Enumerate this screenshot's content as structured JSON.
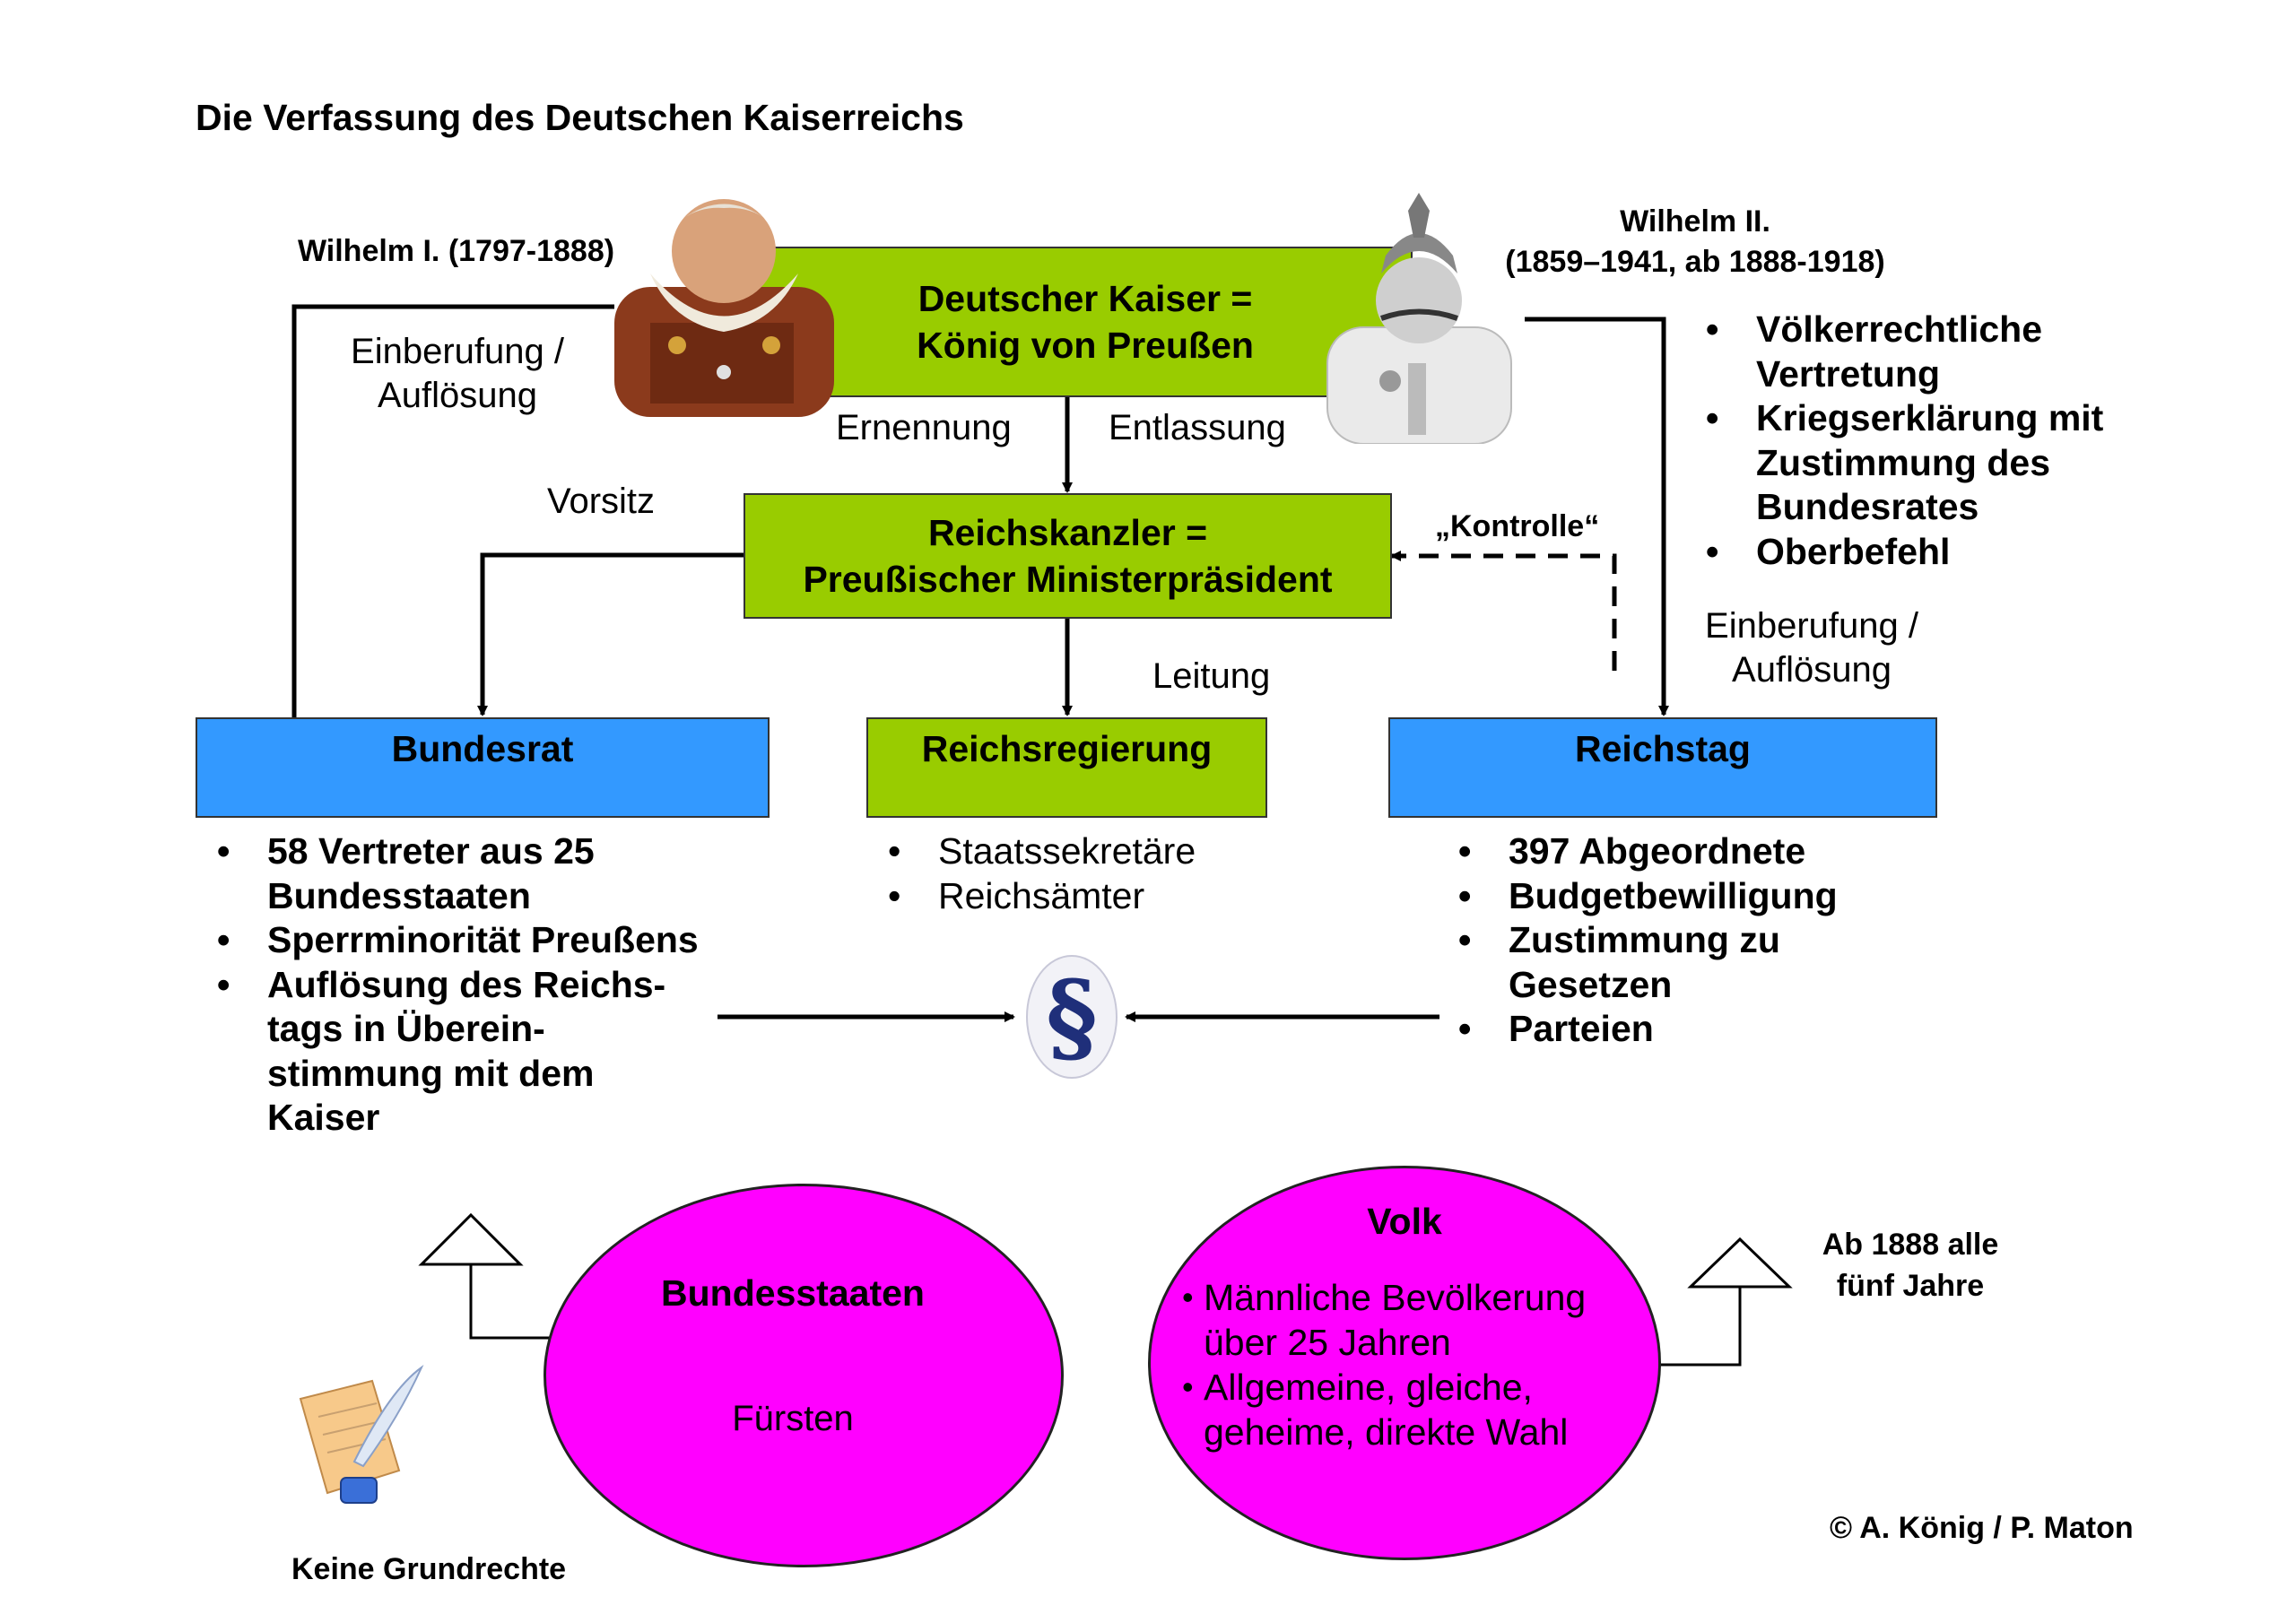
{
  "title": "Die Verfassung des Deutschen Kaiserreichs",
  "wilhelm1": {
    "caption": "Wilhelm I. (1797-1888)"
  },
  "wilhelm2": {
    "caption_line1": "Wilhelm II.",
    "caption_line2": "(1859–1941, ab 1888-1918)"
  },
  "kaiser": {
    "line1": "Deutscher Kaiser =",
    "line2": "König von Preußen"
  },
  "kanzler": {
    "line1": "Reichskanzler =",
    "line2": "Preußischer Ministerpräsident"
  },
  "labels": {
    "einberufung_left_1": "Einberufung /",
    "einberufung_left_2": "Auflösung",
    "ernennung": "Ernennung",
    "entlassung": "Entlassung",
    "vorsitz": "Vorsitz",
    "kontrolle": "„Kontrolle“",
    "leitung": "Leitung",
    "einberufung_right_1": "Einberufung /",
    "einberufung_right_2": "Auflösung"
  },
  "kaiser_rights": [
    "Völkerrechtliche Vertretung",
    "Kriegserklärung mit Zustimmung des Bundesrates",
    "Oberbefehl"
  ],
  "bundesrat": {
    "name": "Bundesrat",
    "items": [
      "58 Vertreter aus 25 Bundesstaaten",
      "Sperrminorität Preußens",
      "Auflösung des Reichs-tags in Überein-stimmung mit dem Kaiser"
    ]
  },
  "reichsregierung": {
    "name": "Reichsregierung",
    "items": [
      "Staatssekretäre",
      "Reichsämter"
    ]
  },
  "reichstag": {
    "name": "Reichstag",
    "items": [
      "397 Abgeordnete",
      "Budgetbewilligung",
      "Zustimmung zu Gesetzen",
      "Parteien"
    ]
  },
  "bundesstaaten": {
    "name": "Bundesstaaten",
    "sub": "Fürsten"
  },
  "volk": {
    "name": "Volk",
    "items": [
      "Männliche Bevölkerung über 25 Jahren",
      "Allgemeine, gleiche, geheime, direkte Wahl"
    ]
  },
  "election_note": {
    "line1": "Ab 1888 alle",
    "line2": "fünf Jahre"
  },
  "no_rights": "Keine Grundrechte",
  "copyright": "© A. König / P. Maton",
  "icons": {
    "law": "paragraph-icon",
    "quill": "quill-icon",
    "portrait1": "portrait-icon",
    "portrait2": "portrait-icon"
  },
  "colors": {
    "green": "#99cc00",
    "blue": "#3399ff",
    "magenta": "#ff00ff"
  }
}
